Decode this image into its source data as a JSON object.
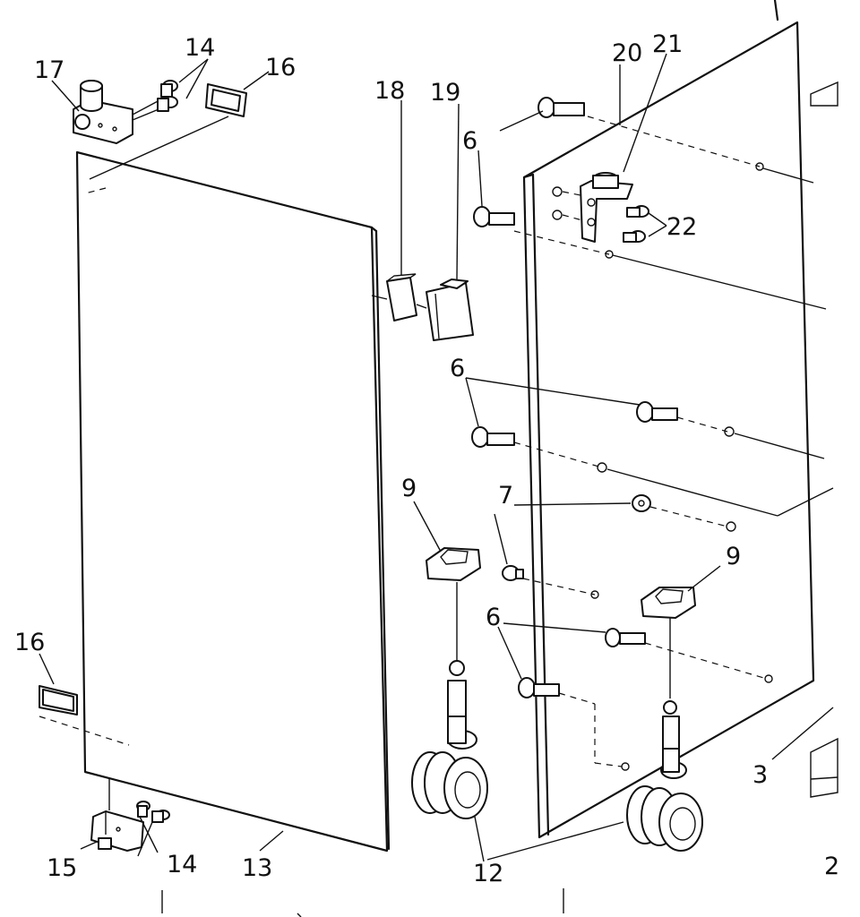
{
  "callouts": {
    "c3": "3",
    "c6a": "6",
    "c6b": "6",
    "c6c": "6",
    "c7": "7",
    "c9a": "9",
    "c9b": "9",
    "c12": "12",
    "c13": "13",
    "c14a": "14",
    "c14b": "14",
    "c15": "15",
    "c16a": "16",
    "c16b": "16",
    "c17": "17",
    "c18": "18",
    "c19": "19",
    "c20": "20",
    "c21": "21",
    "c22": "22",
    "cedge": "2"
  },
  "colors": {
    "ink": "#111111",
    "paper": "#ffffff"
  }
}
